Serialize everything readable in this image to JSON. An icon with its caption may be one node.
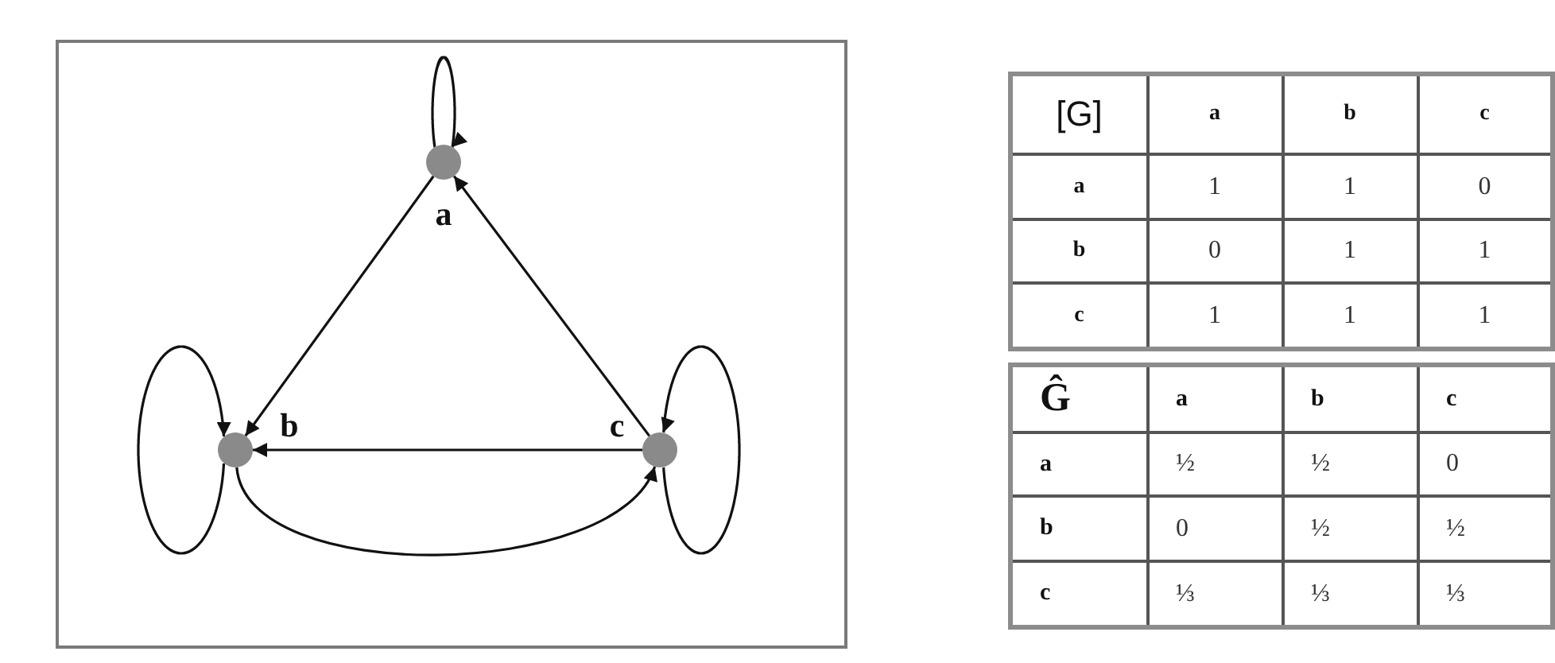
{
  "diagram": {
    "nodes": [
      {
        "text": [],
        "shape": "circle",
        "beside": [
          "a"
        ]
      },
      {
        "text": [],
        "shape": "circle",
        "beside": [
          "b"
        ]
      },
      {
        "text": [],
        "shape": "circle",
        "beside": [
          "c"
        ]
      }
    ],
    "edges": [
      {
        "from": 0,
        "to": 0,
        "arrow": "to"
      },
      {
        "from": 0,
        "to": 1,
        "arrow": "to"
      },
      {
        "from": 2,
        "to": 0,
        "arrow": "to"
      },
      {
        "from": 1,
        "to": 1,
        "arrow": "to"
      },
      {
        "from": 2,
        "to": 2,
        "arrow": "to"
      },
      {
        "from": 2,
        "to": 1,
        "arrow": "to"
      },
      {
        "from": 1,
        "to": 2,
        "arrow": "to"
      }
    ],
    "labels": [
      "[G]",
      "a",
      "b",
      "c",
      "a",
      "1",
      "1",
      "0",
      "b",
      "0",
      "1",
      "1",
      "c",
      "1",
      "1",
      "1",
      "Ĝ",
      "a",
      "b",
      "c",
      "a",
      "½",
      "½",
      "0",
      "b",
      "0",
      "½",
      "½",
      "c",
      "⅓",
      "⅓",
      "⅓"
    ]
  }
}
